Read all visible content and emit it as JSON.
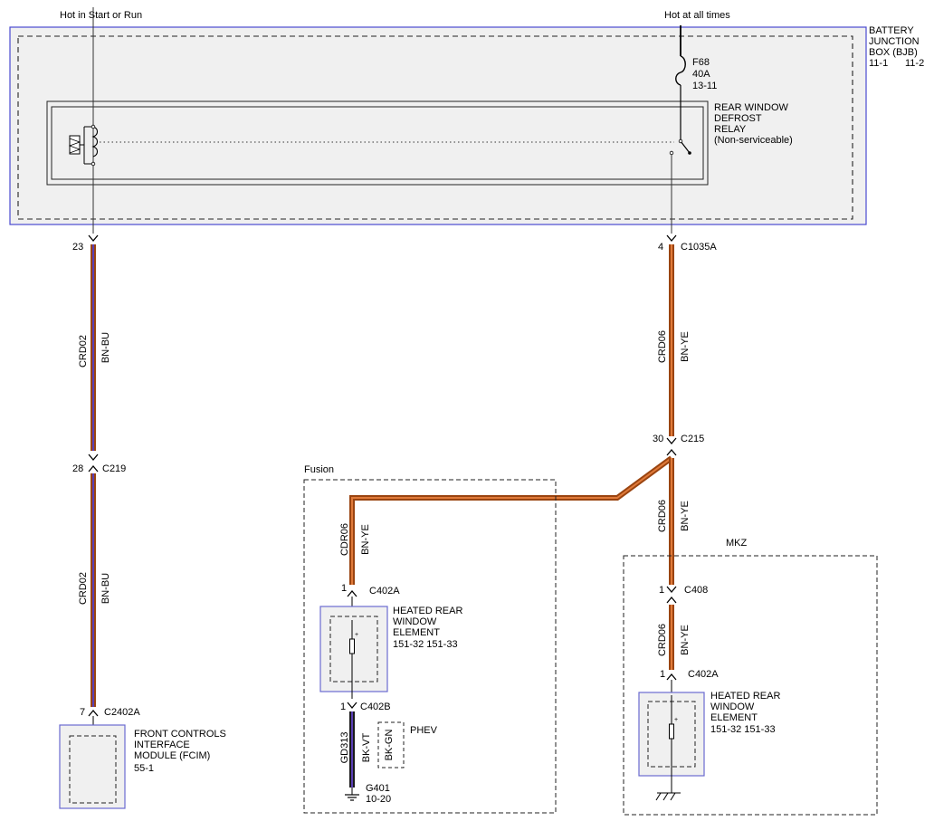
{
  "top": {
    "hot_start_run": "Hot in Start or Run",
    "hot_all_times": "Hot at all times"
  },
  "bjb": {
    "line1": "BATTERY",
    "line2": "JUNCTION",
    "line3": "BOX (BJB)",
    "ref_a": "11-1",
    "ref_b": "11-2"
  },
  "fuse": {
    "name": "F68",
    "rating": "40A",
    "ref": "13-11"
  },
  "relay": {
    "line1": "REAR WINDOW",
    "line2": "DEFROST",
    "line3": "RELAY",
    "line4": "(Non-serviceable)"
  },
  "left_circuit": {
    "pin_bjb": "23",
    "seg1_circuit": "CRD02",
    "seg1_color": "BN-BU",
    "pin_c219": "28",
    "c219": "C219",
    "seg2_circuit": "CRD02",
    "seg2_color": "BN-BU",
    "pin_module": "7",
    "conn_module": "C2402A"
  },
  "fcim": {
    "line1": "FRONT CONTROLS",
    "line2": "INTERFACE",
    "line3": "MODULE (FCIM)",
    "ref": "55-1"
  },
  "right_circuit": {
    "pin_bjb": "4",
    "conn_bjb": "C1035A",
    "seg1_circuit": "CRD06",
    "seg1_color": "BN-YE",
    "pin_c215": "30",
    "c215": "C215",
    "seg2_circuit": "CRD06",
    "seg2_color": "BN-YE",
    "pin_c408": "1",
    "c408": "C408",
    "seg3_circuit": "CRD06",
    "seg3_color": "BN-YE",
    "pin_c402a": "1",
    "c402a": "C402A"
  },
  "fusion": {
    "title": "Fusion",
    "wire_circuit": "CDR06",
    "wire_color": "BN-YE",
    "pin_c402a": "1",
    "c402a": "C402A",
    "element_line1": "HEATED REAR",
    "element_line2": "WINDOW",
    "element_line3": "ELEMENT",
    "element_ref": "151-32  151-33",
    "pin_c402b": "1",
    "c402b": "C402B",
    "ground_circuit": "GD313",
    "ground_color": "BK-VT",
    "phev_color": "BK-GN",
    "phev": "PHEV",
    "ground_name": "G401",
    "ground_ref": "10-20"
  },
  "mkz": {
    "title": "MKZ",
    "element_line1": "HEATED REAR",
    "element_line2": "WINDOW",
    "element_line3": "ELEMENT",
    "element_ref": "151-32  151-33"
  },
  "colors": {
    "wire_brown": "#9a4410",
    "wire_blue": "#5a3fb5",
    "wire_orange": "#e07a3a",
    "wire_black": "#1a1a1a",
    "component_fill": "#f0f0f0",
    "bjb_border": "#4a4ad0"
  }
}
